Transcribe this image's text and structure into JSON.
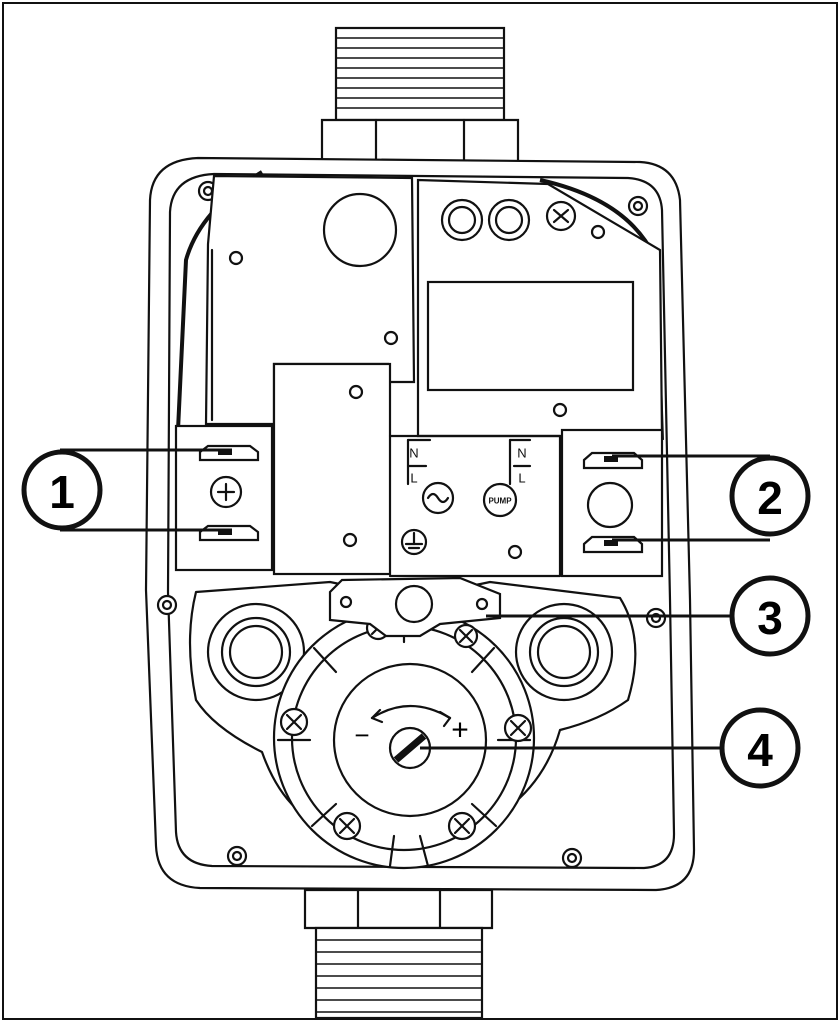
{
  "diagram": {
    "callouts": [
      {
        "id": "1",
        "label": "1"
      },
      {
        "id": "2",
        "label": "2"
      },
      {
        "id": "3",
        "label": "3"
      },
      {
        "id": "4",
        "label": "4"
      }
    ],
    "terminal_labels": {
      "line_n": "N",
      "line_l": "L",
      "pump_n": "N",
      "pump_l": "L",
      "pump_symbol": "PUMP"
    },
    "dial_labels": {
      "minus": "−",
      "plus": "+"
    }
  }
}
